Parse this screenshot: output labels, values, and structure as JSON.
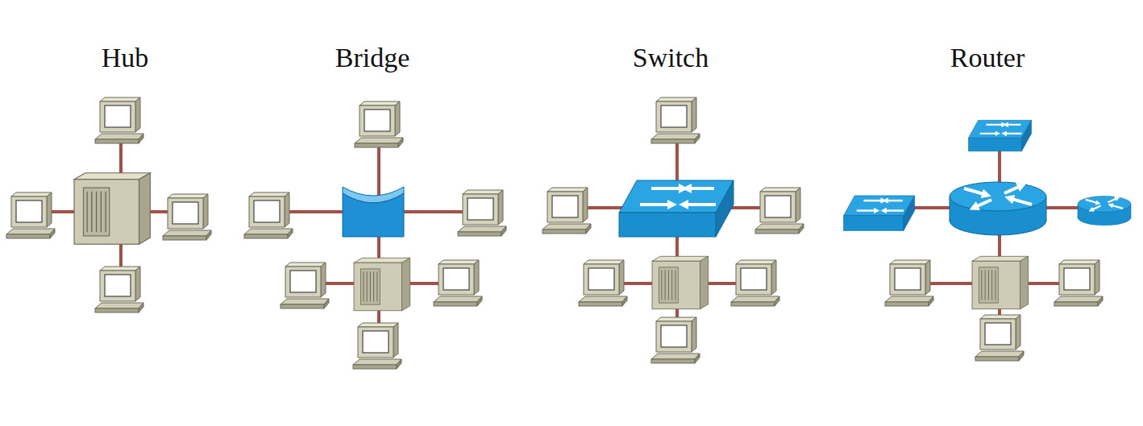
{
  "diagram": {
    "labels": [
      "Hub",
      "Bridge",
      "Switch",
      "Router"
    ]
  }
}
